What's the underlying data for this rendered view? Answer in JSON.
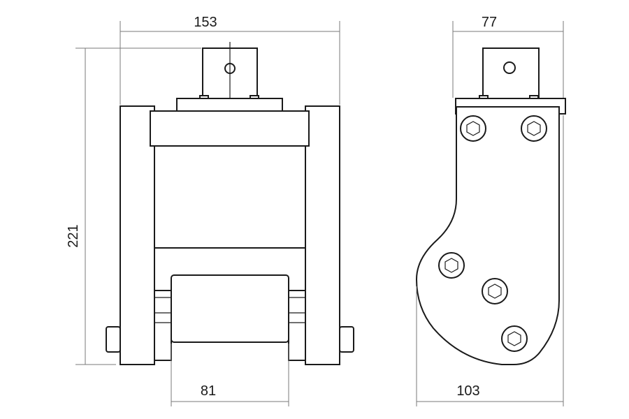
{
  "dimensions": {
    "front_width": "153",
    "front_height": "221",
    "roller_width": "81",
    "side_width": "77",
    "side_depth": "103"
  },
  "colors": {
    "line": "#1a1a1a",
    "dimension_line": "#7a7a7a",
    "background": "#ffffff"
  }
}
